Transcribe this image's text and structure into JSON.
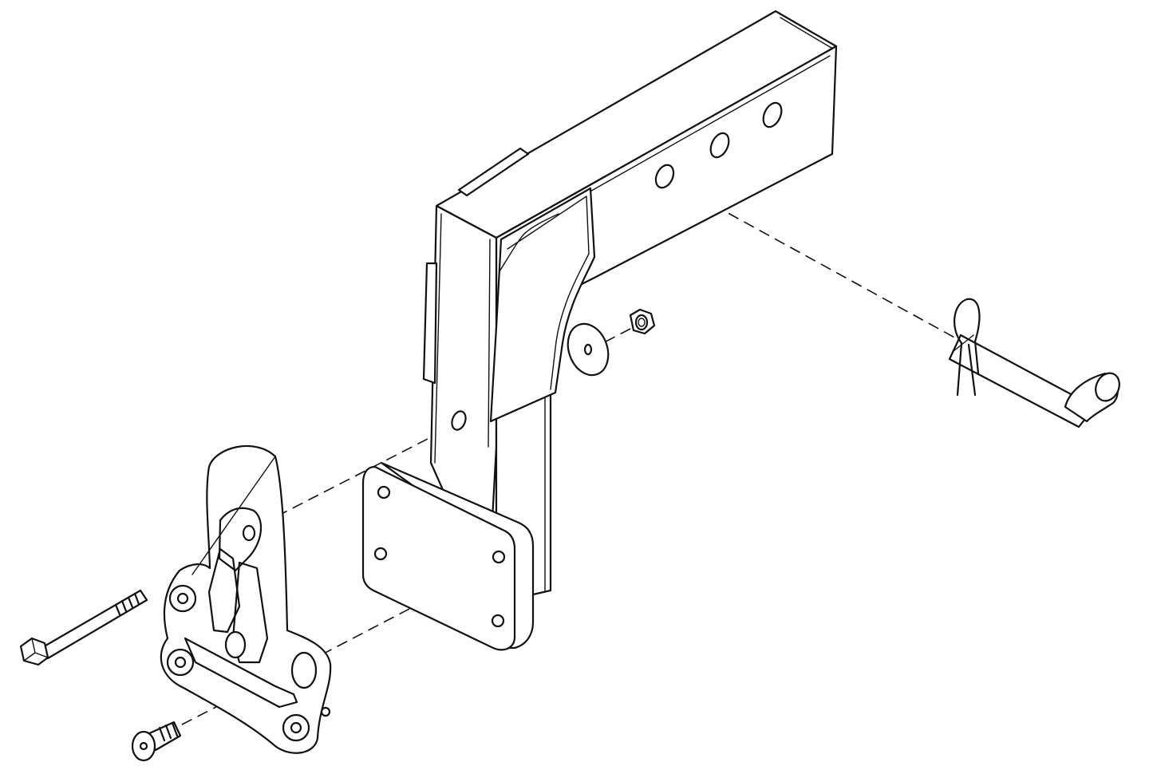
{
  "diagram": {
    "kind": "exploded-assembly-line-drawing",
    "colors": {
      "line": "#111111",
      "background": "#ffffff"
    },
    "parts": [
      {
        "id": "receiver-tube",
        "icon": "receiver-tube-icon"
      },
      {
        "id": "upper-gusset-plate",
        "icon": "gusset-plate-icon"
      },
      {
        "id": "mounting-plate",
        "icon": "mounting-plate-icon"
      },
      {
        "id": "latch-plate",
        "icon": "latch-plate-icon"
      },
      {
        "id": "long-hex-bolt",
        "icon": "hex-bolt-icon"
      },
      {
        "id": "flat-head-screw",
        "icon": "flat-head-screw-icon"
      },
      {
        "id": "flat-washer",
        "icon": "washer-icon"
      },
      {
        "id": "hex-nut",
        "icon": "hex-nut-icon"
      },
      {
        "id": "hitch-pin",
        "icon": "hitch-pin-icon"
      },
      {
        "id": "hair-pin-clip",
        "icon": "hair-pin-clip-icon"
      }
    ],
    "assembly_links": [
      {
        "from": "hitch-pin",
        "to": "receiver-tube"
      },
      {
        "from": "hex-nut",
        "to": "flat-washer"
      },
      {
        "from": "long-hex-bolt",
        "to": "receiver-tube"
      },
      {
        "from": "flat-head-screw",
        "to": "mounting-plate"
      }
    ]
  }
}
